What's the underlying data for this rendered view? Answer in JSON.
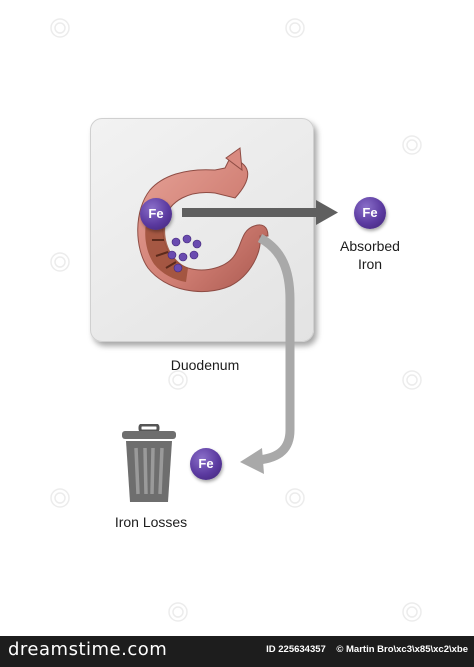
{
  "diagram": {
    "organ_label": "Duodenum",
    "absorbed_label_line1": "Absorbed",
    "absorbed_label_line2": "Iron",
    "losses_label": "Iron Losses",
    "iron_symbol": "Fe",
    "colors": {
      "iron_badge": "#5b3aa0",
      "arrow": "#5f5f5f",
      "curved_arrow": "#a9a9a9",
      "bin": "#6e6e6e",
      "duodenum": "#d98a80"
    },
    "icons": [
      "trash-bin-icon",
      "iron-ion-badge",
      "duodenum-illustration"
    ]
  },
  "footer": {
    "brand": "dreamstime.com",
    "id_label": "ID 225634357",
    "author_label": "© Martin Bro\\xc3\\x85\\xc2\\xbe"
  }
}
